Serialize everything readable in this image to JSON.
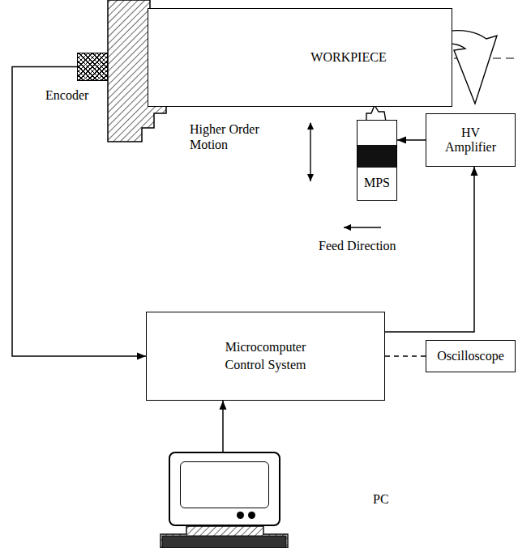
{
  "diagram": {
    "nodes": [
      {
        "text": [
          "Encoder"
        ]
      },
      {
        "text": [
          "WORKPIECE"
        ]
      },
      {
        "text": [
          "MPS"
        ]
      },
      {
        "text": [
          "HV Amplifier"
        ]
      },
      {
        "text": [
          "Microcomputer Control System"
        ]
      },
      {
        "text": [
          "Oscilloscope"
        ]
      },
      {
        "text": [
          "PC"
        ]
      }
    ],
    "edges": [
      {
        "from": 0,
        "to": 4,
        "arrow": "to"
      },
      {
        "from": 4,
        "to": 3,
        "arrow": "to"
      },
      {
        "from": 3,
        "to": 2,
        "arrow": "to"
      },
      {
        "from": 6,
        "to": 4,
        "arrow": "to"
      },
      {
        "from": 4,
        "to": 5,
        "arrow": "none"
      }
    ],
    "labels": [
      "Higher Order Motion",
      "Feed Direction"
    ]
  }
}
